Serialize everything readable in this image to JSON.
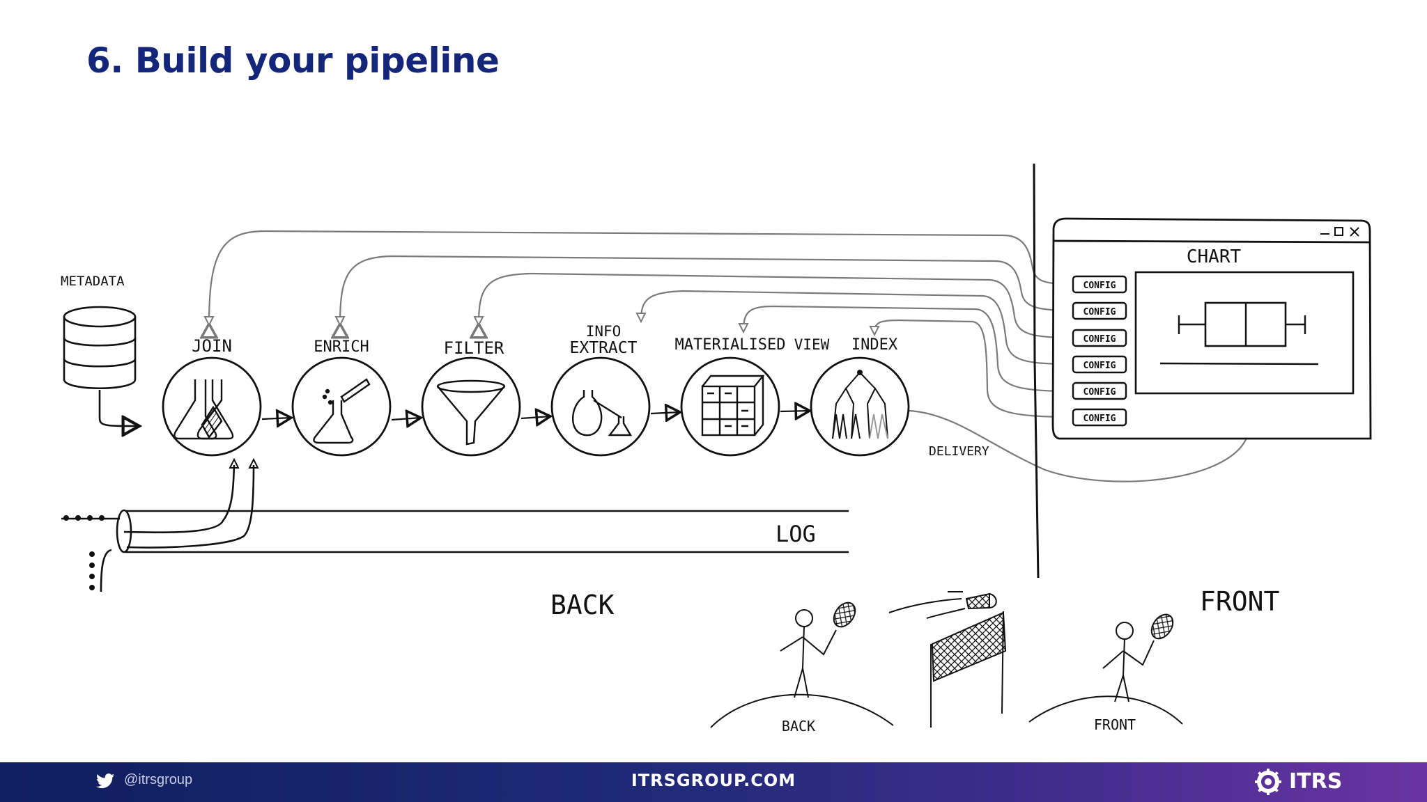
{
  "slide": {
    "title": "6. Build your pipeline"
  },
  "diagram": {
    "metadata_label": "METADATA",
    "stages": [
      {
        "label": "JOIN"
      },
      {
        "label": "ENRICH"
      },
      {
        "label": "FILTER"
      },
      {
        "label": "INFO EXTRACT",
        "line1": "INFO",
        "line2": "EXTRACT"
      },
      {
        "label": "MATERIALISED VIEW",
        "line1": "MATERIALISED",
        "line2": "VIEW"
      },
      {
        "label": "INDEX"
      }
    ],
    "log_label": "LOG",
    "delivery_label": "DELIVERY",
    "chart_label": "CHART",
    "config_label": "CONFIG",
    "back_label": "BACK",
    "front_label": "FRONT",
    "mound_back_label": "BACK",
    "mound_front_label": "FRONT"
  },
  "footer": {
    "handle": "@itrsgroup",
    "site": "ITRSGROUP.COM",
    "brand": "ITRS",
    "icons": [
      "twitter-icon",
      "itrs-logo-icon"
    ],
    "gradient": [
      "#0f1e5e",
      "#6a34a0"
    ]
  }
}
